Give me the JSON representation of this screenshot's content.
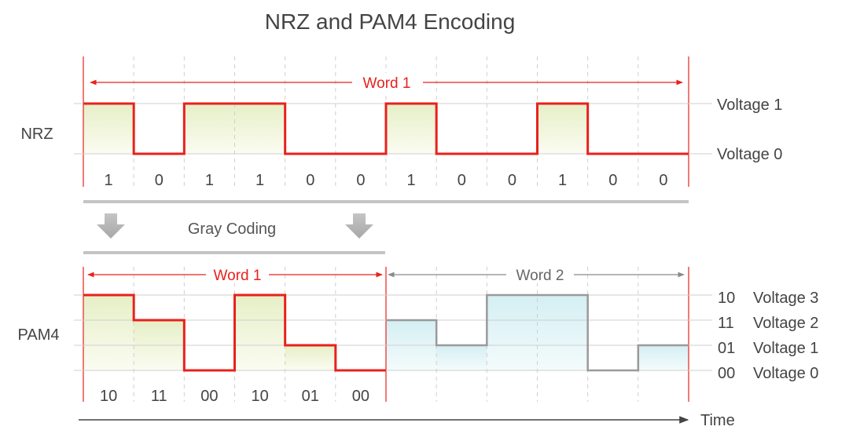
{
  "title": "NRZ and PAM4 Encoding",
  "nrz": {
    "label": "NRZ",
    "word_label": "Word 1",
    "bits": [
      "1",
      "0",
      "1",
      "1",
      "0",
      "0",
      "1",
      "0",
      "0",
      "1",
      "0",
      "0"
    ],
    "level_labels": [
      "Voltage 1",
      "Voltage 0"
    ]
  },
  "gray_coding": {
    "label": "Gray Coding"
  },
  "pam4": {
    "label": "PAM4",
    "word1_label": "Word 1",
    "word2_label": "Word 2",
    "symbols": [
      "10",
      "11",
      "00",
      "10",
      "01",
      "00"
    ],
    "levels": [
      {
        "code": "10",
        "name": "Voltage 3"
      },
      {
        "code": "11",
        "name": "Voltage 2"
      },
      {
        "code": "01",
        "name": "Voltage 1"
      },
      {
        "code": "00",
        "name": "Voltage 0"
      }
    ],
    "word1_levels": [
      3,
      2,
      0,
      3,
      1,
      0
    ],
    "word2_levels": [
      2,
      1,
      3,
      3,
      0,
      1
    ]
  },
  "time_label": "Time",
  "colors": {
    "signal_red": "#e8211c",
    "signal_gray": "#9a9a9a",
    "fill_green": "#eef3d6",
    "fill_cyan": "#dcf1f4",
    "gridline": "#cfcfcf",
    "text": "#444444"
  }
}
